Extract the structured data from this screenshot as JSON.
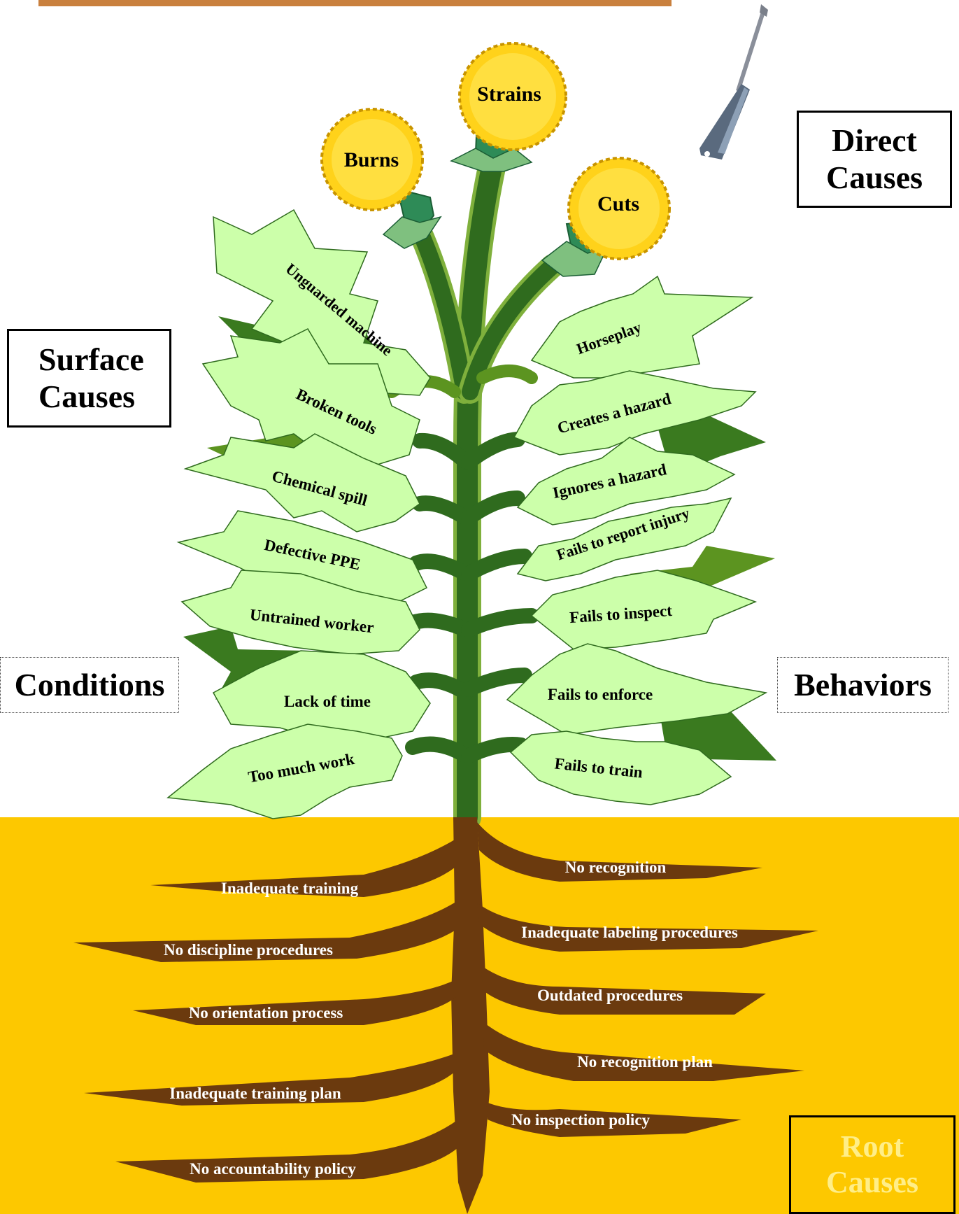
{
  "flowers": [
    "Burns",
    "Strains",
    "Cuts"
  ],
  "labels": {
    "direct_causes": "Direct Causes",
    "surface_causes": "Surface Causes",
    "conditions": "Conditions",
    "behaviors": "Behaviors",
    "root_causes": "Root Causes"
  },
  "left_leaves": [
    "Unguarded machine",
    "Broken tools",
    "Chemical spill",
    "Defective  PPE",
    "Untrained worker",
    "Lack of time",
    "Too much work"
  ],
  "right_leaves": [
    "Horseplay",
    "Creates a hazard",
    "Ignores a hazard",
    "Fails to report injury",
    "Fails to inspect",
    "Fails to enforce",
    "Fails to train"
  ],
  "left_roots": [
    "Inadequate training",
    "No discipline procedures",
    "No orientation process",
    "Inadequate training plan",
    "No accountability policy"
  ],
  "right_roots": [
    "No recognition",
    "Inadequate labeling procedures",
    "Outdated  procedures",
    "No recognition plan",
    "No inspection policy"
  ],
  "colors": {
    "soil": "#fdc800",
    "root": "#6b3a0e",
    "stem": "#2f6b1e",
    "leaf": "#ccffaa",
    "dark_leaf": "#3a7a1f",
    "flower": "#ffd21a",
    "sepal": "#2e8b57",
    "title_bar": "#c9803e",
    "root_text": "#ffee88"
  }
}
